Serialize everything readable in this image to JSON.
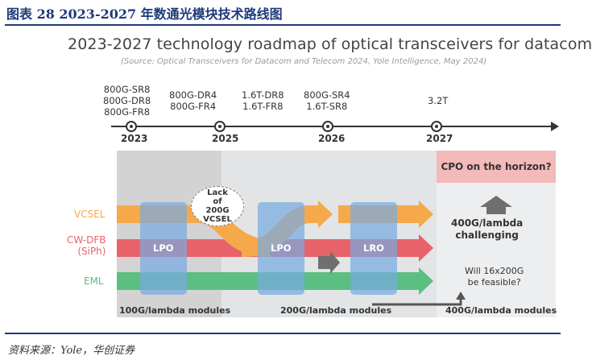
{
  "caption": "图表 28    2023-2027 年数通光模块技术路线图",
  "title": "2023-2027 technology roadmap of optical transceivers for datacom",
  "subtitle": "(Source: Optical Transceivers for Datacom and Telecom 2024, Yole Intelligence, May 2024)",
  "timeline": {
    "tech_groups": [
      {
        "lines": [
          "800G-SR8",
          "800G-DR8",
          "800G-FR8"
        ]
      },
      {
        "lines": [
          "800G-DR4",
          "800G-FR4"
        ]
      },
      {
        "lines": [
          "1.6T-DR8",
          "1.6T-FR8"
        ]
      },
      {
        "lines": [
          "800G-SR4",
          "1.6T-SR8"
        ]
      },
      {
        "lines": [
          "3.2T"
        ]
      }
    ],
    "years": [
      "2023",
      "2025",
      "2026",
      "2027"
    ]
  },
  "rows": {
    "vcsel": "VCSEL",
    "cwdfb_line1": "CW-DFB",
    "cwdfb_line2": "(SiPh)",
    "eml": "EML"
  },
  "modules": [
    "LPO",
    "LPO",
    "LRO"
  ],
  "lack_bubble": [
    "Lack",
    "of",
    "200G",
    "VCSEL"
  ],
  "cpo": "CPO on the horizon?",
  "challenging": [
    "400G/lambda",
    "challenging"
  ],
  "feasible": [
    "Will 16x200G",
    "be feasible?"
  ],
  "footer": {
    "left": "100G/lambda modules",
    "middle": "200G/lambda modules",
    "right": "400G/lambda modules"
  },
  "source": "资料来源：Yole，华创证券",
  "colors": {
    "vcsel": "#f5a94a",
    "cwdfb": "#e8626a",
    "eml": "#5bbf82",
    "module": "#78aae1",
    "cpo": "#f4b9b9",
    "caption": "#1f3a7a"
  }
}
